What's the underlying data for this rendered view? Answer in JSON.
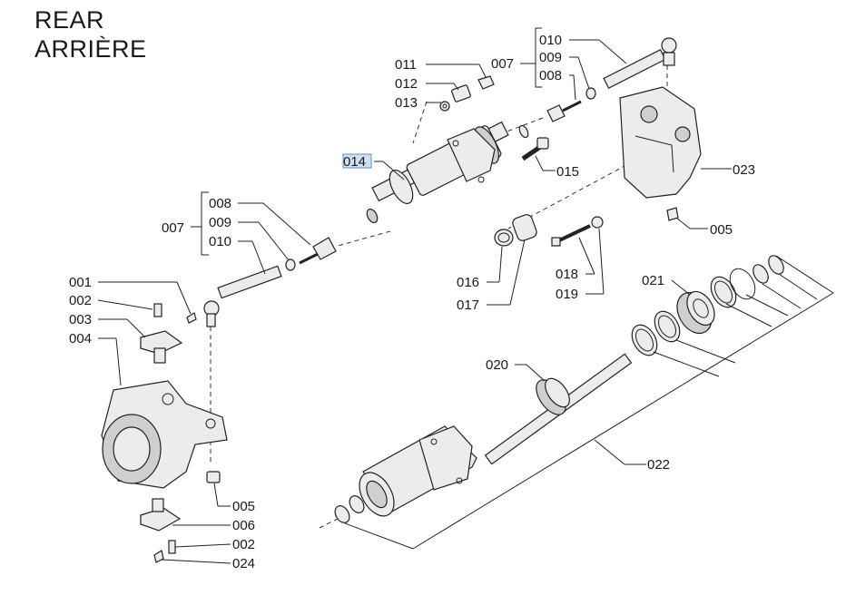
{
  "title": {
    "line1": "REAR",
    "line2": "ARRIÈRE"
  },
  "highlighted_part": "014",
  "labels": [
    {
      "id": "l011",
      "text": "011"
    },
    {
      "id": "l012",
      "text": "012"
    },
    {
      "id": "l013",
      "text": "013"
    },
    {
      "id": "l007a",
      "text": "007"
    },
    {
      "id": "l010a",
      "text": "010"
    },
    {
      "id": "l009a",
      "text": "009"
    },
    {
      "id": "l008a",
      "text": "008"
    },
    {
      "id": "l014",
      "text": "014"
    },
    {
      "id": "l015",
      "text": "015"
    },
    {
      "id": "l023",
      "text": "023"
    },
    {
      "id": "l005a",
      "text": "005"
    },
    {
      "id": "l008b",
      "text": "008"
    },
    {
      "id": "l009b",
      "text": "009"
    },
    {
      "id": "l010b",
      "text": "010"
    },
    {
      "id": "l007b",
      "text": "007"
    },
    {
      "id": "l016",
      "text": "016"
    },
    {
      "id": "l017",
      "text": "017"
    },
    {
      "id": "l018",
      "text": "018"
    },
    {
      "id": "l019",
      "text": "019"
    },
    {
      "id": "l021",
      "text": "021"
    },
    {
      "id": "l001",
      "text": "001"
    },
    {
      "id": "l002a",
      "text": "002"
    },
    {
      "id": "l003",
      "text": "003"
    },
    {
      "id": "l004",
      "text": "004"
    },
    {
      "id": "l020",
      "text": "020"
    },
    {
      "id": "l022",
      "text": "022"
    },
    {
      "id": "l005b",
      "text": "005"
    },
    {
      "id": "l006",
      "text": "006"
    },
    {
      "id": "l002b",
      "text": "002"
    },
    {
      "id": "l024",
      "text": "024"
    }
  ]
}
